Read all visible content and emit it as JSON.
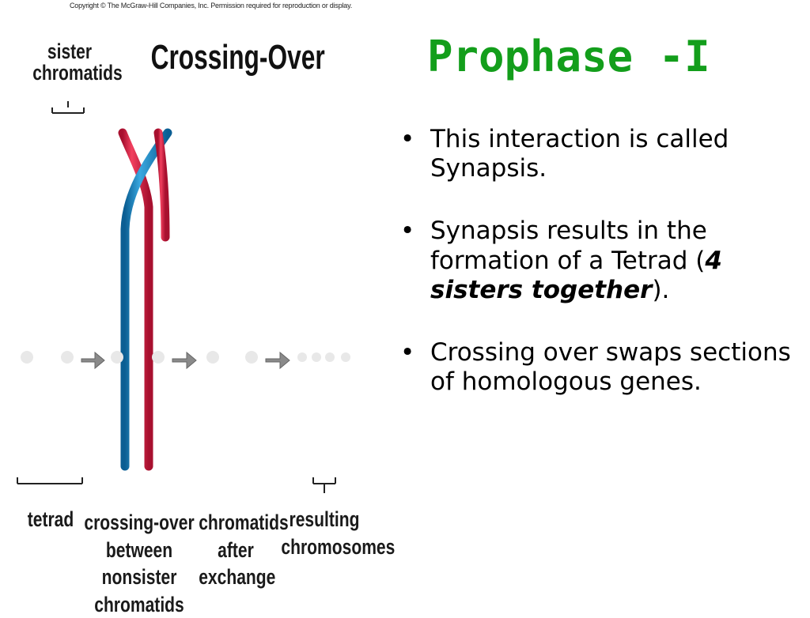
{
  "copyright": "Copyright © The McGraw-Hill Companies, Inc. Permission required for reproduction or display.",
  "figure": {
    "title": "Crossing-Over",
    "sister_label_1": "sister",
    "sister_label_2": "chromatids",
    "stages": [
      {
        "lines": [
          "tetrad"
        ]
      },
      {
        "lines": [
          "crossing-over",
          "between nonsister",
          "chromatids"
        ]
      },
      {
        "lines": [
          "chromatids",
          "after",
          "exchange"
        ]
      },
      {
        "lines": [
          "resulting",
          "chromosomes"
        ]
      }
    ],
    "colors": {
      "blue": "#1f8ec9",
      "red": "#e01a4a",
      "centromere": "#e8e8e8",
      "arrow": "#8a8a8a"
    }
  },
  "slide": {
    "title": "Prophase -I",
    "bullet_char": "•",
    "bullets": [
      {
        "text": "This interaction is called Synapsis."
      },
      {
        "before": "Synapsis results in the formation of a Tetrad (",
        "emphasis": "4 sisters together",
        "after": ")."
      },
      {
        "text": "Crossing over swaps sections of homologous genes."
      }
    ]
  }
}
